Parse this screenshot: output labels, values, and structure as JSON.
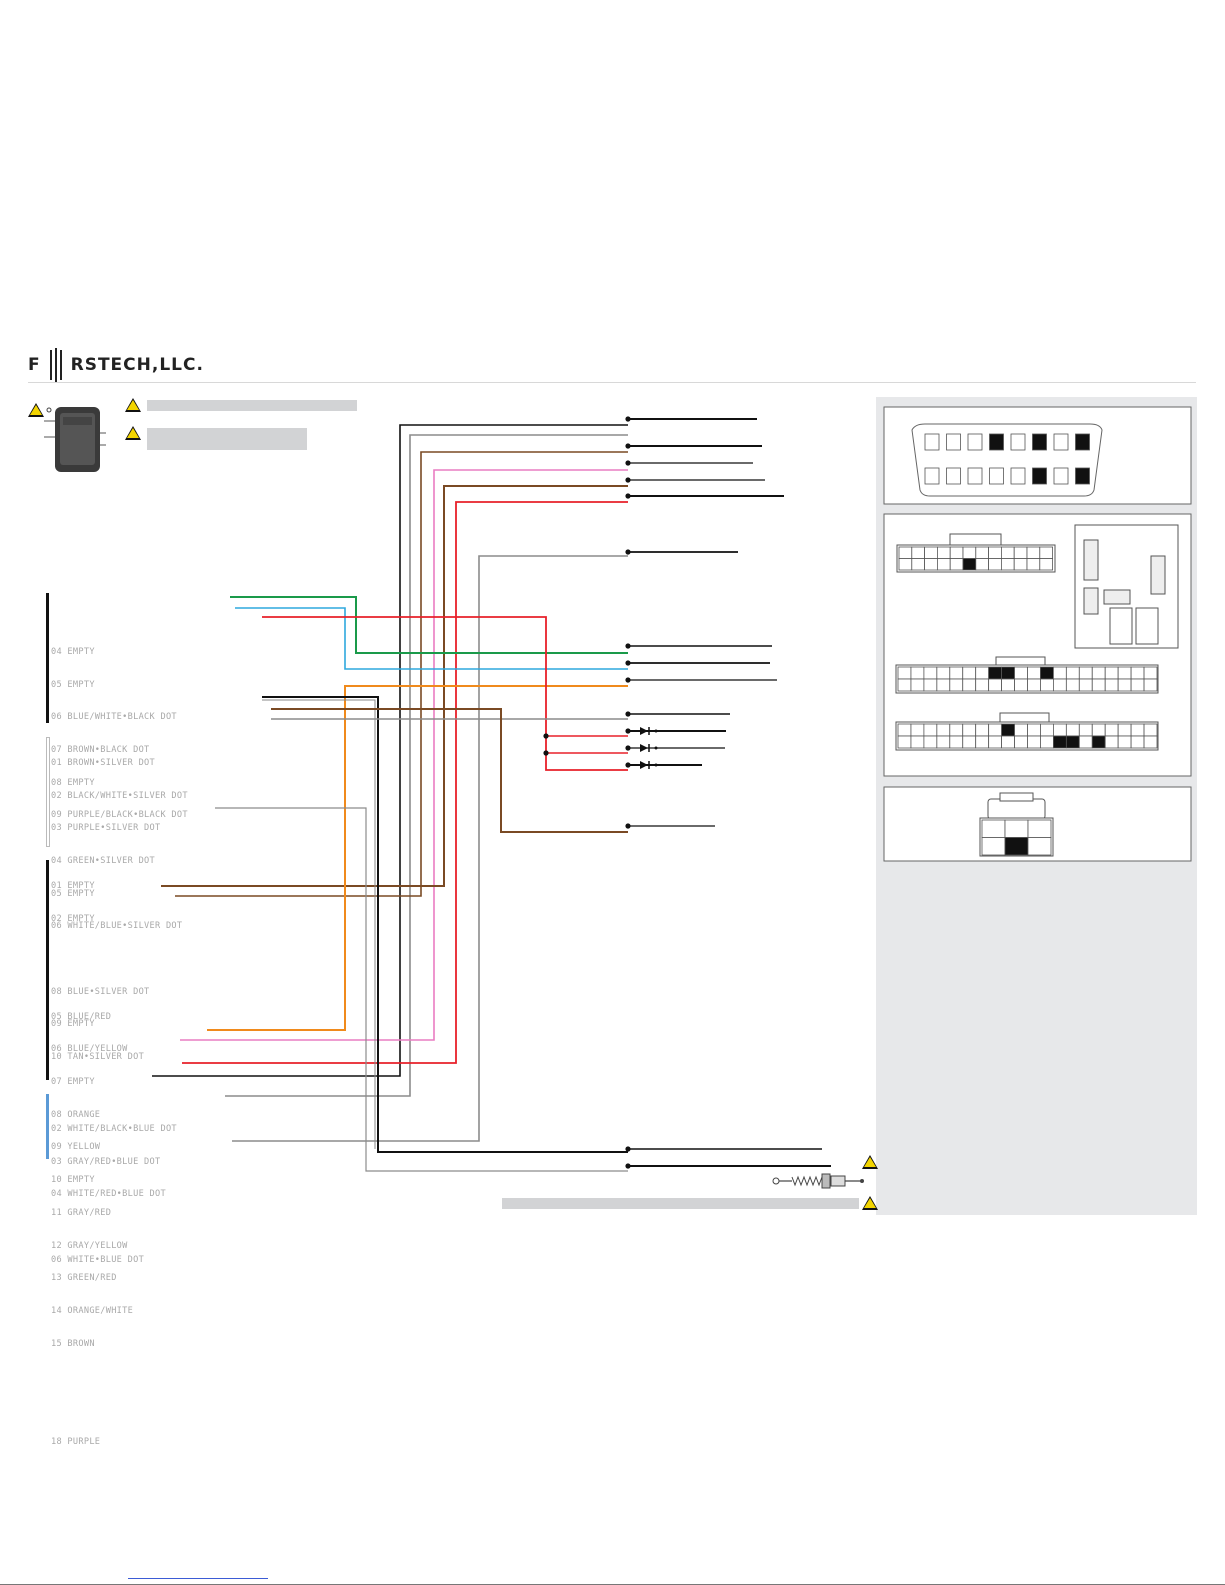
{
  "brand": {
    "name_left": "F",
    "name_right": "RSTECH,LLC."
  },
  "colors": {
    "green": "#1a9a4a",
    "blue": "#2fa8de",
    "red": "#e8202a",
    "orange": "#f08a1c",
    "pink": "#e97dc2",
    "brown": "#7a4a24",
    "black": "#111111",
    "gray": "#8c8c8c",
    "white_wire": "#b9b9b9",
    "warning_yellow": "#f2d400",
    "panel_gray": "#e7e8ea",
    "harness_blue": "#5b9ad6"
  },
  "icons": {
    "module": "remote-start-module-icon",
    "warning": "warning-triangle-icon",
    "diode": "diode-icon",
    "antenna": "antenna-cable-icon"
  },
  "harness_1": {
    "pins": [
      "04 EMPTY",
      "05 EMPTY",
      "06 BLUE/WHITE•BLACK DOT",
      "07 BROWN•BLACK DOT",
      "08 EMPTY",
      "09 PURPLE/BLACK•BLACK DOT"
    ]
  },
  "harness_2": {
    "pins": [
      "01 BROWN•SILVER DOT",
      "02 BLACK/WHITE•SILVER DOT",
      "03 PURPLE•SILVER DOT",
      "04 GREEN•SILVER DOT",
      "05 EMPTY",
      "06 WHITE/BLUE•SILVER DOT",
      "",
      "08 BLUE•SILVER DOT",
      "09 EMPTY",
      "10 TAN•SILVER DOT"
    ]
  },
  "harness_3": {
    "pins": [
      "01 EMPTY",
      "02 EMPTY",
      "",
      "",
      "05 BLUE/RED",
      "06 BLUE/YELLOW",
      "07 EMPTY",
      "08 ORANGE",
      "09 YELLOW",
      "10 EMPTY",
      "11 GRAY/RED",
      "12 GRAY/YELLOW",
      "13 GREEN/RED",
      "14 ORANGE/WHITE",
      "15 BROWN",
      "",
      "",
      "18 PURPLE"
    ]
  },
  "harness_4": {
    "pins": [
      "02 WHITE/BLACK•BLUE DOT",
      "03 GRAY/RED•BLUE DOT",
      "04 WHITE/RED•BLUE DOT",
      "",
      "06 WHITE•BLUE DOT"
    ]
  }
}
